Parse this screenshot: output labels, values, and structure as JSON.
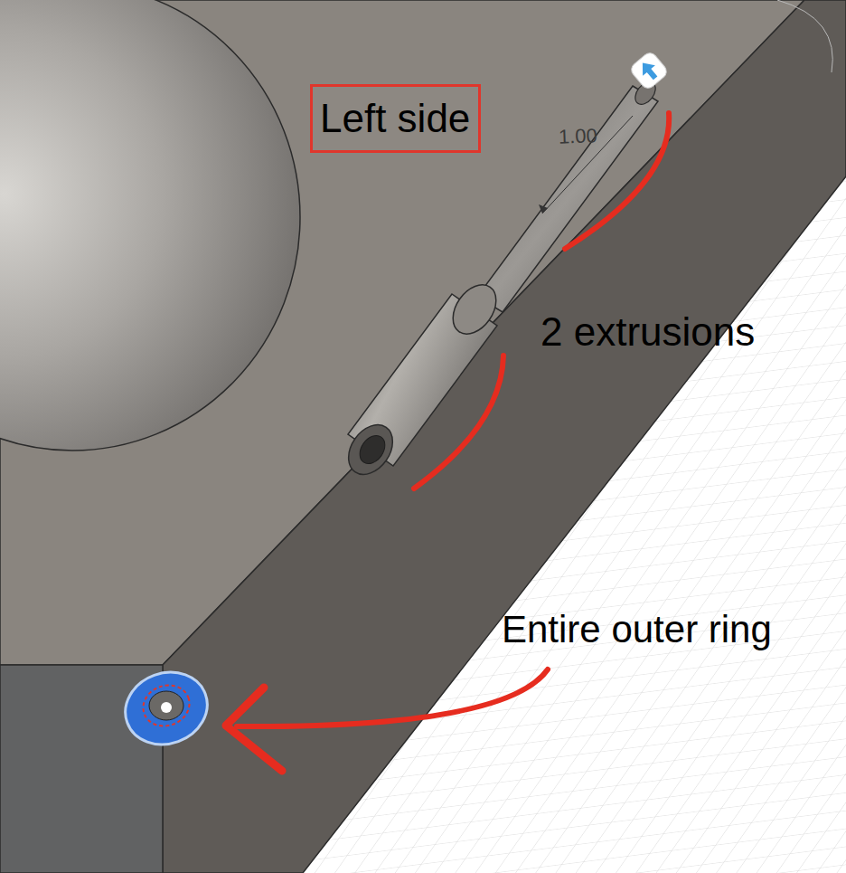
{
  "diagram": {
    "nodes": [
      {
        "text": [
          "Left side"
        ]
      }
    ],
    "labels": [
      "1.00",
      "2 extrusions",
      "Entire outer ring"
    ]
  }
}
